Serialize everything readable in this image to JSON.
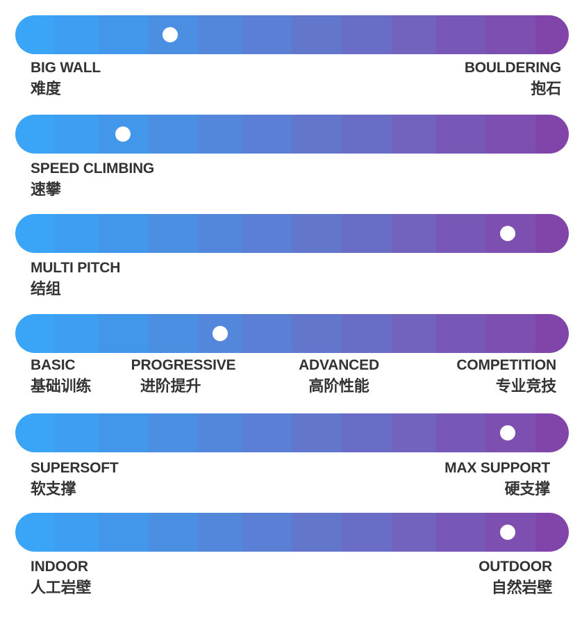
{
  "colors": {
    "gradient_start": "#3aa4f6",
    "gradient_end": "#8145aa",
    "knob": "#ffffff",
    "text": "#333333"
  },
  "sliders": [
    {
      "knob_fraction": 0.28,
      "labels": [
        {
          "en": "BIG WALL",
          "zh": "难度"
        },
        {
          "en": "BOULDERING",
          "zh": "抱石"
        }
      ]
    },
    {
      "knob_fraction": 0.195,
      "labels": [
        {
          "en": "SPEED CLIMBING",
          "zh": "速攀"
        }
      ]
    },
    {
      "knob_fraction": 0.89,
      "labels": [
        {
          "en": "MULTI PITCH",
          "zh": "结组"
        }
      ]
    },
    {
      "knob_fraction": 0.37,
      "labels": [
        {
          "en": "BASIC",
          "zh": "基础训练"
        },
        {
          "en": "PROGRESSIVE",
          "zh": "进阶提升"
        },
        {
          "en": "ADVANCED",
          "zh": "高阶性能"
        },
        {
          "en": "COMPETITION",
          "zh": "专业竞技"
        }
      ]
    },
    {
      "knob_fraction": 0.89,
      "labels": [
        {
          "en": "SUPERSOFT",
          "zh": "软支撑"
        },
        {
          "en": "MAX SUPPORT",
          "zh": "硬支撑"
        }
      ]
    },
    {
      "knob_fraction": 0.89,
      "labels": [
        {
          "en": "INDOOR",
          "zh": "人工岩壁"
        },
        {
          "en": "OUTDOOR",
          "zh": "自然岩壁"
        }
      ]
    }
  ]
}
